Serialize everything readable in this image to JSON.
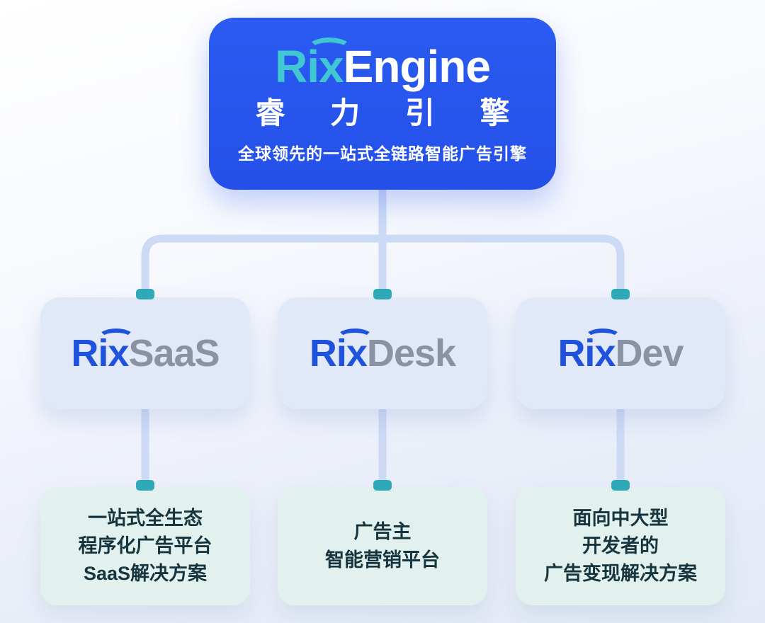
{
  "root": {
    "logo_prefix": "Rix",
    "logo_suffix": "Engine",
    "cn_name": "睿 力 引 擎",
    "tagline": "全球领先的一站式全链路智能广告引擎"
  },
  "children": [
    {
      "id": "rixsaas",
      "logo_prefix": "Rix",
      "logo_suffix": "SaaS",
      "desc_lines": [
        "一站式全生态",
        "程序化广告平台",
        "SaaS解决方案"
      ]
    },
    {
      "id": "rixdesk",
      "logo_prefix": "Rix",
      "logo_suffix": "Desk",
      "desc_lines": [
        "广告主",
        "智能营销平台"
      ]
    },
    {
      "id": "rixdev",
      "logo_prefix": "Rix",
      "logo_suffix": "Dev",
      "desc_lines": [
        "面向中大型",
        "开发者的",
        "广告变现解决方案"
      ]
    }
  ],
  "colors": {
    "root_box": "#2b5bf2",
    "root_prefix": "#41c7d2",
    "root_text": "#ffffff",
    "child_box": "#e1e8f8",
    "child_prefix": "#2053dd",
    "child_suffix": "#8a93a4",
    "desc_box": "#e2f1ed",
    "desc_text": "#17353f",
    "connector": "#ccdaf5",
    "connector_cap": "#2fa9b8"
  }
}
